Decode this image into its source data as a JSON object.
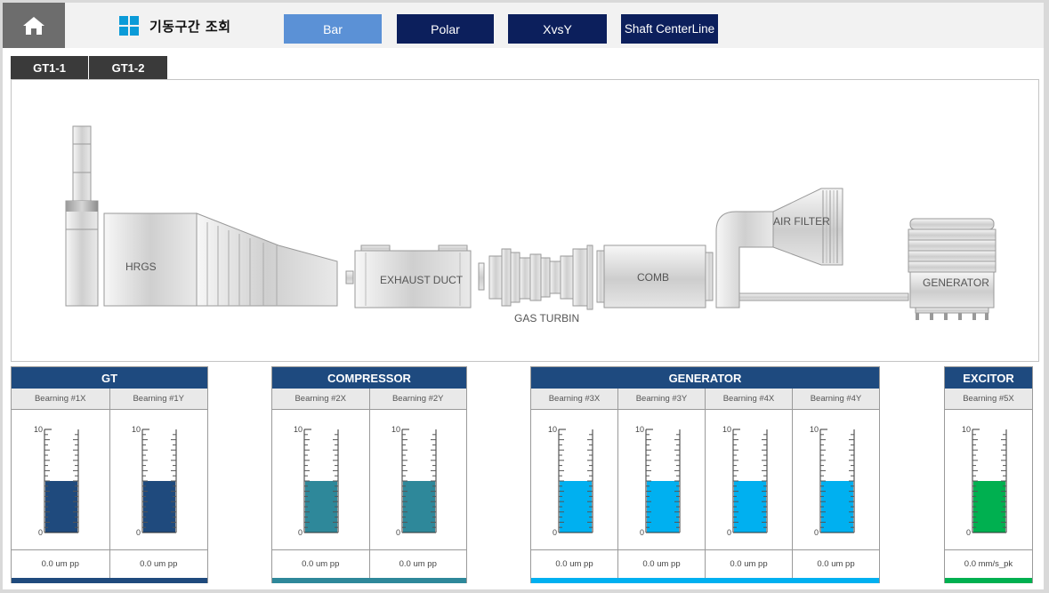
{
  "header": {
    "title": "기동구간 조회",
    "buttons": {
      "bar": "Bar",
      "polar": "Polar",
      "xvsy": "XvsY",
      "shaft": "Shaft CenterLine"
    }
  },
  "tabs": [
    {
      "label": "GT1-1"
    },
    {
      "label": "GT1-2"
    }
  ],
  "diagram": {
    "hrgs": "HRGS",
    "exhaust": "EXHAUST DUCT",
    "turbine": "GAS TURBIN",
    "comb": "COMB",
    "air_filter": "AIR FILTER",
    "generator": "GENERATOR"
  },
  "panels": [
    {
      "title": "GT",
      "color": "#1f4a7d",
      "channels": [
        {
          "label": "Bearning #1X",
          "value": "0.0 um pp",
          "level": 0.5
        },
        {
          "label": "Bearning #1Y",
          "value": "0.0 um pp",
          "level": 0.5
        }
      ]
    },
    {
      "title": "COMPRESSOR",
      "color": "#2e889a",
      "channels": [
        {
          "label": "Bearning #2X",
          "value": "0.0 um pp",
          "level": 0.5
        },
        {
          "label": "Bearning #2Y",
          "value": "0.0 um pp",
          "level": 0.5
        }
      ]
    },
    {
      "title": "GENERATOR",
      "color": "#00b0f0",
      "channels": [
        {
          "label": "Bearning #3X",
          "value": "0.0 um pp",
          "level": 0.5
        },
        {
          "label": "Bearning #3Y",
          "value": "0.0 um pp",
          "level": 0.5
        },
        {
          "label": "Bearning #4X",
          "value": "0.0 um pp",
          "level": 0.5
        },
        {
          "label": "Bearning #4Y",
          "value": "0.0 um pp",
          "level": 0.5
        }
      ]
    },
    {
      "title": "EXCITOR",
      "color": "#00b050",
      "channels": [
        {
          "label": "Bearning #5X",
          "value": "0.0 mm/s_pk",
          "level": 0.5
        }
      ]
    }
  ],
  "scale": {
    "max": "10",
    "min": "0"
  },
  "colors": {
    "header": "#1e4a7f",
    "active_button": "#5b91d6",
    "button": "#0c1f5c"
  },
  "icons": {
    "home": "home-icon",
    "window": "windows-icon"
  }
}
